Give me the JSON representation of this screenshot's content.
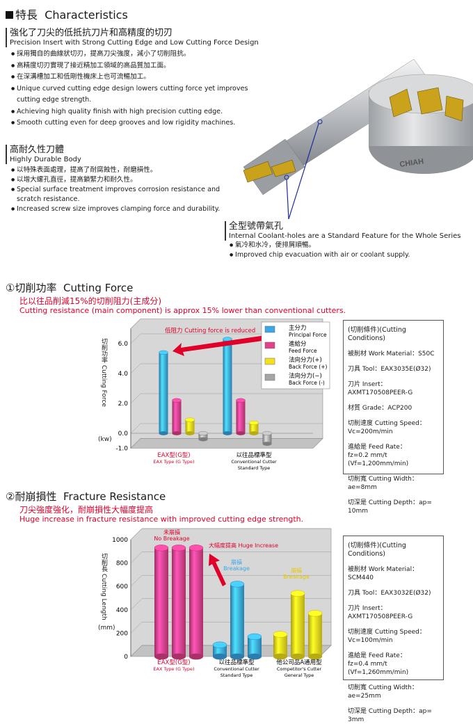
{
  "heading": {
    "zh": "特長",
    "en": "Characteristics"
  },
  "feature1": {
    "title_zh": "強化了刀尖的低抵抗刀片和高精度的切刃",
    "title_en": "Precision Insert with Strong Cutting Edge and Low Cutting Force Design",
    "bullets": [
      "採用獨自的曲線狀切刃，提高刀尖強度，減小了切削阻抗。",
      "高精度切刃實現了接近精加工領域的高品質加工面。",
      "在深溝槽加工和低剛性機床上也可流暢加工。",
      "Unique curved cutting edge design lowers cutting force yet improves cutting edge strength.",
      "Achieving high quality finish with high precision cutting edge.",
      "Smooth cutting even for deep grooves and low rigidity machines."
    ]
  },
  "feature2": {
    "title_zh": "高耐久性刀體",
    "title_en": "Highly Durable Body",
    "bullets": [
      "以特殊表面處理，提高了耐腐蝕性，耐磨損性。",
      "以增大螺孔直徑，提高鎖緊力和耐久性。",
      "Special surface treatment improves corrosion resistance and scratch resistance.",
      "Increased screw size improves clamping force and durability."
    ]
  },
  "feature3": {
    "title_zh": "全型號帶氣孔",
    "title_en": "Internal Coolant-holes are a Standard Feature for the Whole Series",
    "bullets": [
      "氣冷和水冷，便排屑順暢。",
      "Improved chip evacuation with air or coolant supply."
    ]
  },
  "brand_mark": "CHIAH",
  "section1": {
    "num": "①",
    "title_zh": "切削功率",
    "title_en": "Cutting Force",
    "sub_zh": "比以往品削減15%的切削阻力(主成分)",
    "sub_en": "Cutting resistance (main component) is approx 15% lower than conventional cutters.",
    "ylabel": "切削功率 Cutting Force",
    "yunit": "(kw)",
    "annotation": "低阻力 Cutting force is reduced",
    "legend": [
      {
        "zh": "主分力",
        "en": "Principal Force"
      },
      {
        "zh": "進給分",
        "en": "Feed Force"
      },
      {
        "zh": "法向分力(+)",
        "en": "Back Force (+)"
      },
      {
        "zh": "法向分力(−)",
        "en": "Back Force (-)"
      }
    ],
    "cat1_zh": "EAX型(G型)",
    "cat1_en": "EAX Type (G Type)",
    "cat2_zh": "以往品標準型",
    "cat2_en1": "Conventional Cutter",
    "cat2_en2": "Standard Type",
    "conditions": {
      "title": "(切削條件)(Cutting Conditions)",
      "rows": [
        "被削材 Work Material：S50C",
        "刀具 Tool：EAX3035E(Ø32)",
        "刀片 Insert：AXMT170508PEER-G",
        "材質 Grade：ACP200",
        "切削速度 Cutting Speed：",
        "Vc=200m/min",
        "進給是 Feed Rate：",
        "fz=0.2 mm/t (Vf=1,200mm/min)",
        "切削寬 Cutting Width：ae=8mm",
        "切深是 Cutting Depth：ap= 10mm"
      ]
    }
  },
  "section2": {
    "num": "②",
    "title_zh": "耐崩損性",
    "title_en": "Fracture Resistance",
    "sub_zh": "刀尖強度強化，耐崩損性大幅度提高",
    "sub_en": "Huge increase in fracture resistance with improved cutting edge strength.",
    "ylabel": "切削長 Cutting Length",
    "yunit": "(mm)",
    "label_nobreak_zh": "未崩損",
    "label_nobreak_en": "No Breakage",
    "label_increase": "大幅度提高 Huge Increase",
    "label_break_zh": "崩損",
    "label_break_en": "Breakage",
    "cat1_zh": "EAX型(G型)",
    "cat1_en": "EAX Type (G Type)",
    "cat2_zh": "以往品標準型",
    "cat2_en1": "Conventional Cutter",
    "cat2_en2": "Standard Type",
    "cat3_zh": "他公司品A通用型",
    "cat3_en1": "Competitor's Cutter",
    "cat3_en2": "General Type",
    "conditions": {
      "title": "(切削條件)(Cutting Conditions)",
      "rows": [
        "被削材 Work Material：SCM440",
        "刀具 Tool：EAX3032E(Ø32)",
        "刀片 Insert：AXMT170508PEER-G",
        "切削速度 Cutting Speed：",
        "Vc=100m/min",
        "進給是 Feed Rate：",
        "fz=0.4 mm/t (Vf=1,260mm/min)",
        "切削寬 Cutting Width：ae=25mm",
        "切深是 Cutting Depth：ap= 3mm"
      ]
    }
  },
  "chart_data": [
    {
      "type": "bar",
      "title": "切削功率 Cutting Force",
      "ylabel": "切削功率 Cutting Force (kw)",
      "ylim": [
        -1.0,
        7.0
      ],
      "yticks": [
        "6.0",
        "4.0",
        "2.0",
        "0.0",
        "-1.0"
      ],
      "categories": [
        "EAX型(G型) EAX Type (G Type)",
        "以往品標準型 Conventional Cutter Standard Type"
      ],
      "series": [
        {
          "name": "主分力 Principal Force",
          "values": [
            5.4,
            6.3
          ],
          "color": "#3aa7e6"
        },
        {
          "name": "進給分 Feed Force",
          "values": [
            2.2,
            2.2
          ],
          "color": "#e2408a"
        },
        {
          "name": "法向分力(+) Back Force (+)",
          "values": [
            0.9,
            0.7
          ],
          "color": "#f2e21c"
        },
        {
          "name": "法向分力(−) Back Force (-)",
          "values": [
            -0.4,
            -0.7
          ],
          "color": "#a5a5a5"
        }
      ],
      "legend": "top-right",
      "grid": true
    },
    {
      "type": "bar",
      "title": "耐崩損性 Fracture Resistance",
      "ylabel": "切削長 Cutting Length (mm)",
      "ylim": [
        0,
        1000
      ],
      "yticks": [
        "1000",
        "800",
        "600",
        "400",
        "200",
        "0"
      ],
      "categories": [
        "EAX型(G型)",
        "以往品標準型",
        "他公司品A通用型"
      ],
      "bars": [
        {
          "category": 0,
          "value": 930,
          "color": "#e2408a"
        },
        {
          "category": 0,
          "value": 930,
          "color": "#e2408a"
        },
        {
          "category": 0,
          "value": 930,
          "color": "#e2408a"
        },
        {
          "category": 1,
          "value": 100,
          "color": "#3aa7e6"
        },
        {
          "category": 1,
          "value": 620,
          "color": "#3aa7e6"
        },
        {
          "category": 1,
          "value": 170,
          "color": "#3aa7e6"
        },
        {
          "category": 2,
          "value": 190,
          "color": "#f2e21c"
        },
        {
          "category": 2,
          "value": 540,
          "color": "#f2e21c"
        },
        {
          "category": 2,
          "value": 370,
          "color": "#f2e21c"
        }
      ],
      "grid": true
    }
  ]
}
